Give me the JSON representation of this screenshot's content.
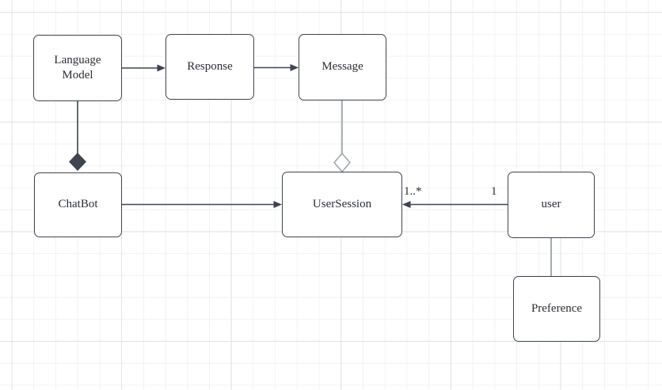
{
  "canvas": {
    "kind": "diagram-editor-canvas",
    "grid_minor_color": "#f2f2f2",
    "grid_major_color": "#e2e2e2",
    "background": "#ffffff"
  },
  "colors": {
    "node_border": "#3f4450",
    "node_fill": "#ffffff",
    "text": "#2b2d33",
    "connector_dark": "#3f4450",
    "connector_light": "#9aa0a6"
  },
  "nodes": {
    "language_model": {
      "label": "Language Model"
    },
    "response": {
      "label": "Response"
    },
    "message": {
      "label": "Message"
    },
    "chatbot": {
      "label": "ChatBot"
    },
    "user_session": {
      "label": "UserSession"
    },
    "user": {
      "label": "user"
    },
    "preference": {
      "label": "Preference"
    }
  },
  "edges": {
    "languagemodel_to_response": {
      "style": "arrow"
    },
    "response_to_message": {
      "style": "arrow"
    },
    "languagemodel_to_chatbot": {
      "style": "filled-diamond-composition"
    },
    "chatbot_to_usersession": {
      "style": "arrow"
    },
    "message_to_usersession": {
      "style": "hollow-diamond-aggregation"
    },
    "user_to_usersession": {
      "style": "arrow",
      "target_multiplicity": "1..*",
      "source_multiplicity": "1"
    },
    "user_to_preference": {
      "style": "plain-line"
    }
  }
}
